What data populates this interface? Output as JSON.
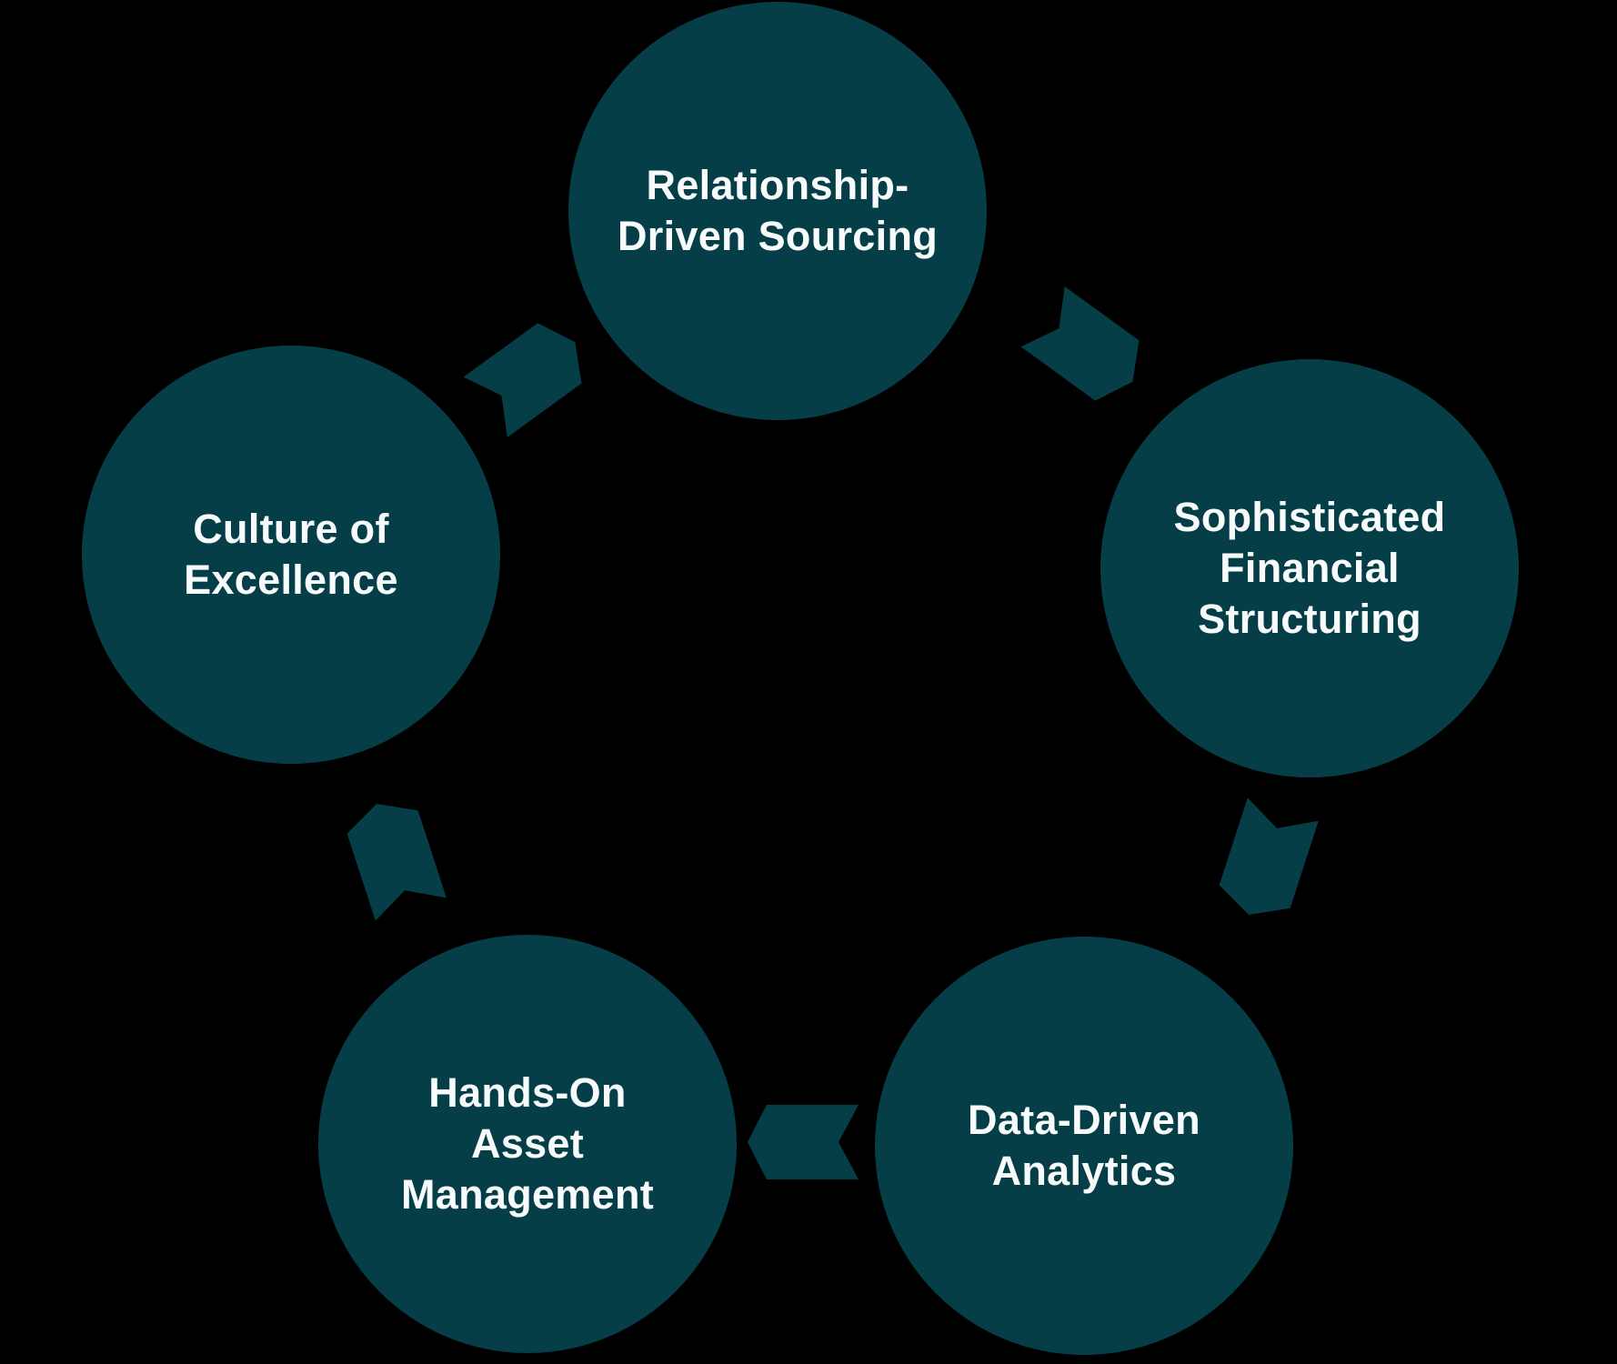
{
  "colors": {
    "background": "#000000",
    "node_fill": "#063E48",
    "label_text": "#F8FBFB"
  },
  "diagram": {
    "type": "cycle",
    "direction": "clockwise",
    "nodes": [
      {
        "id": "relationship-driven-sourcing",
        "label": "Relationship-\nDriven Sourcing"
      },
      {
        "id": "sophisticated-financial-structuring",
        "label": "Sophisticated\nFinancial\nStructuring"
      },
      {
        "id": "data-driven-analytics",
        "label": "Data-Driven\nAnalytics"
      },
      {
        "id": "hands-on-asset-management",
        "label": "Hands-On\nAsset\nManagement"
      },
      {
        "id": "culture-of-excellence",
        "label": "Culture of\nExcellence"
      }
    ],
    "connections": [
      {
        "from": "relationship-driven-sourcing",
        "to": "sophisticated-financial-structuring"
      },
      {
        "from": "sophisticated-financial-structuring",
        "to": "data-driven-analytics"
      },
      {
        "from": "data-driven-analytics",
        "to": "hands-on-asset-management"
      },
      {
        "from": "hands-on-asset-management",
        "to": "culture-of-excellence"
      },
      {
        "from": "culture-of-excellence",
        "to": "relationship-driven-sourcing"
      }
    ]
  }
}
